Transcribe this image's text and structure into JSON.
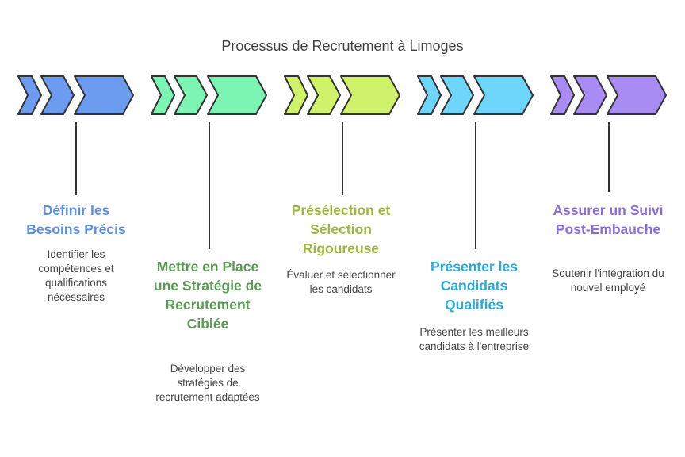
{
  "title": "Processus de Recrutement à Limoges",
  "steps": [
    {
      "heading": "Définir les Besoins Précis",
      "description": "Identifier les compétences et qualifications nécessaires",
      "color": "#6c9cf0",
      "text_color": "#5b8fe6"
    },
    {
      "heading": "Mettre en Place une Stratégie de Recrutement Ciblée",
      "description": "Développer des stratégies de recrutement adaptées",
      "color": "#7cf5b3",
      "text_color": "#5a9a55"
    },
    {
      "heading": "Présélection et Sélection Rigoureuse",
      "description": "Évaluer et sélectionner les candidats",
      "color": "#cff26a",
      "text_color": "#9ab83b"
    },
    {
      "heading": "Présenter les Candidats Qualifiés",
      "description": "Présenter les meilleurs candidats à l'entreprise",
      "color": "#6fd6fb",
      "text_color": "#2aa9d4"
    },
    {
      "heading": "Assurer un Suivi Post-Embauche",
      "description": "Soutenir l'intégration du nouvel employé",
      "color": "#a98cf3",
      "text_color": "#8a6ce0"
    }
  ]
}
